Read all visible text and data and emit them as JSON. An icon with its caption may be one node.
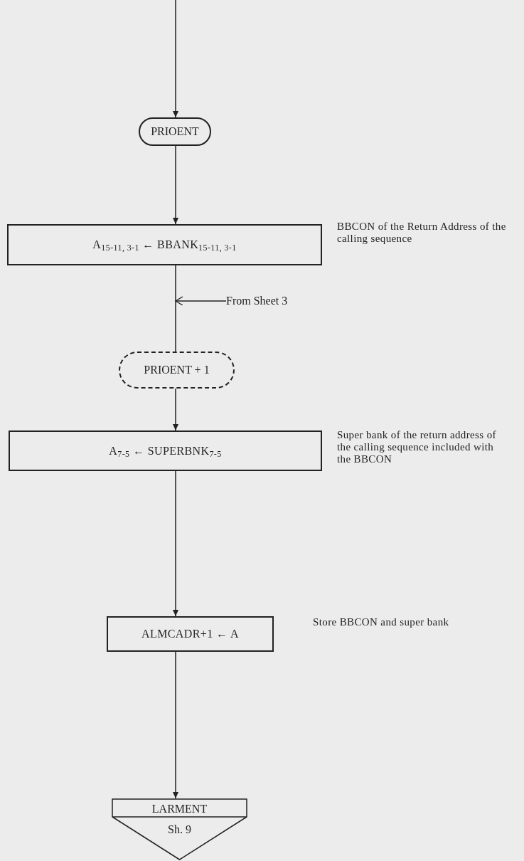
{
  "diagram": {
    "nodes": [
      {
        "text": [
          "PRIOENT"
        ]
      },
      {
        "text": [
          "A$_{15-11, 3-1}$ ← BBANK$_{15-11, 3-1}$"
        ],
        "beside": [
          "BBCON of the Return Address of the calling sequence"
        ]
      },
      {
        "text": [
          "From Sheet 3"
        ]
      },
      {
        "text": [
          "PRIOENT + 1"
        ]
      },
      {
        "text": [
          "A$_{7-5}$ ← SUPERBNK$_{7-5}$"
        ],
        "beside": [
          "Super bank of the return address of the calling sequence included with the BBCON"
        ]
      },
      {
        "text": [
          "ALMCADR+1 ← A"
        ],
        "beside": [
          "Store BBCON and super bank"
        ]
      },
      {
        "text": [
          "LARMENT",
          "Sh. 9"
        ]
      }
    ],
    "edges": [
      {
        "from": null,
        "to": 0,
        "arrow": "to"
      },
      {
        "from": 0,
        "to": 1,
        "arrow": "to"
      },
      {
        "from": 1,
        "to": 3,
        "arrow": "none"
      },
      {
        "from": 2,
        "to": null,
        "arrow": "to"
      },
      {
        "from": 3,
        "to": 4,
        "arrow": "to"
      },
      {
        "from": 4,
        "to": 5,
        "arrow": "to"
      },
      {
        "from": 5,
        "to": 6,
        "arrow": "to"
      }
    ]
  }
}
